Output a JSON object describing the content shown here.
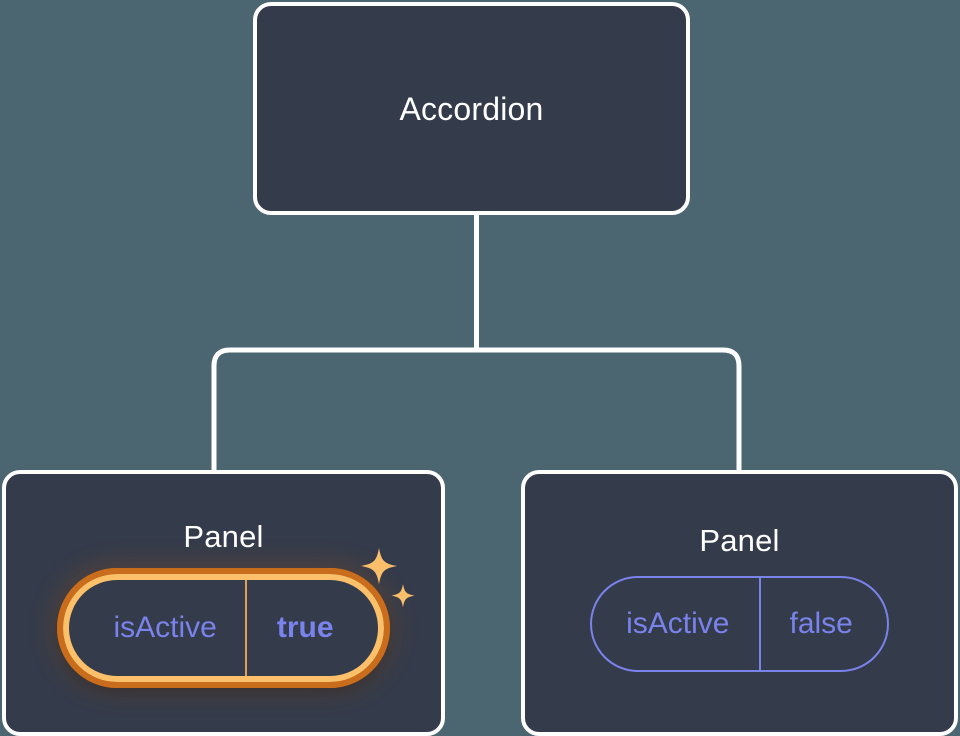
{
  "canvas": {
    "background_color": "#4b6670",
    "node_fill_color": "#343b4a",
    "node_border_color": "#ffffff",
    "connector_color": "#ffffff",
    "prop_text_color": "#7a82ec",
    "highlight_outer_color": "#c96c1b",
    "highlight_inner_color": "#fbc069",
    "sparkle_color": "#fbbe6b"
  },
  "tree": {
    "root": {
      "title": "Accordion"
    },
    "children": [
      {
        "title": "Panel",
        "highlighted": true,
        "props": [
          {
            "name": "isActive",
            "value": "true",
            "bold": true
          }
        ],
        "decoration": "sparkles-icon"
      },
      {
        "title": "Panel",
        "highlighted": false,
        "props": [
          {
            "name": "isActive",
            "value": "false",
            "bold": false
          }
        ],
        "decoration": ""
      }
    ]
  }
}
